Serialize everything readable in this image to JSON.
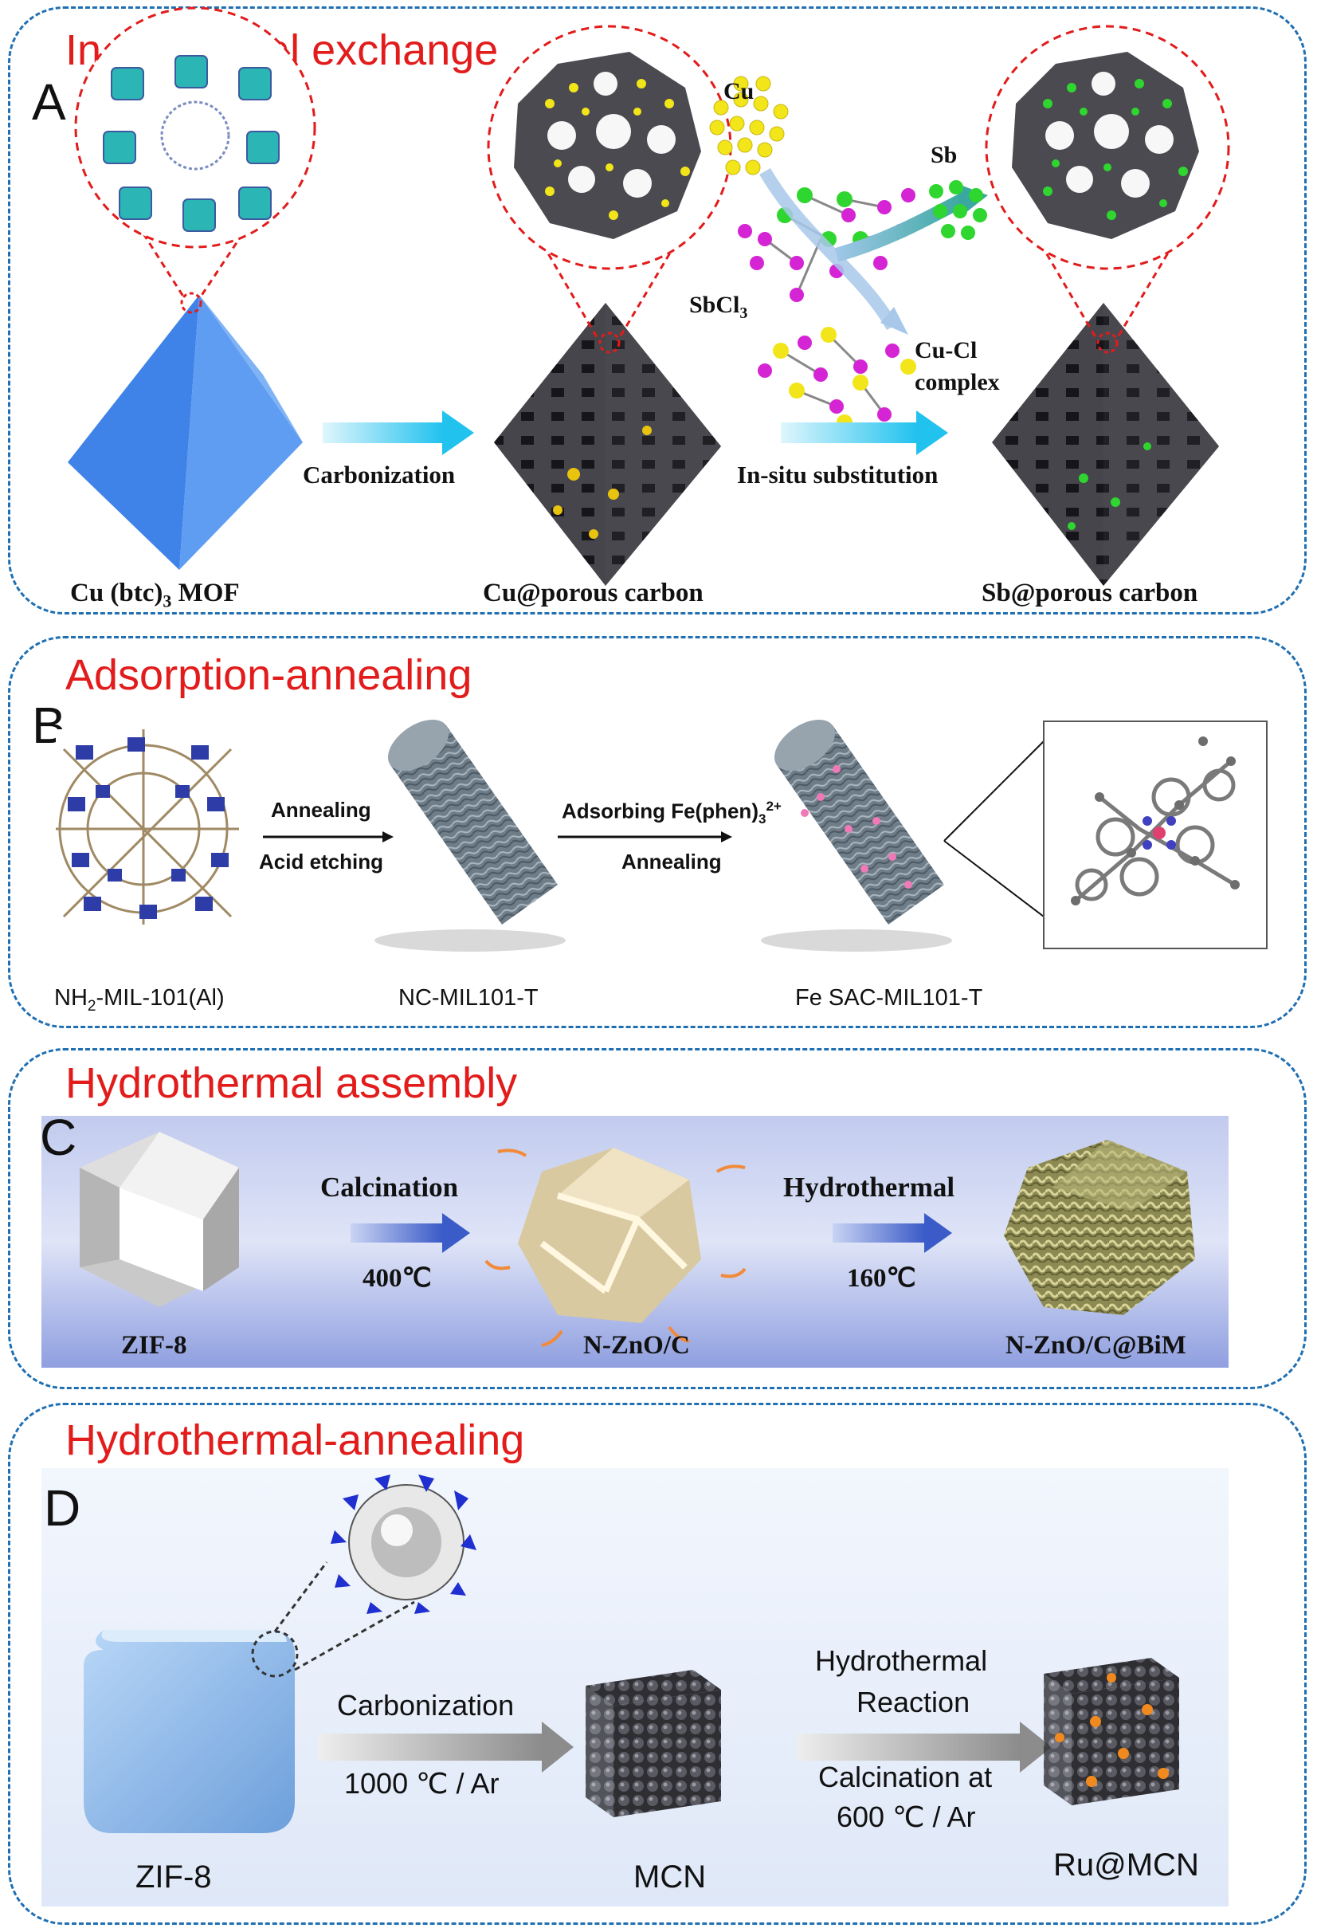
{
  "panels": [
    {
      "id": "A",
      "letter": "A",
      "title": "In-situ metal exchange",
      "labels": {
        "mof": "Cu (btc)",
        "mof_sub": "3",
        "mof_tail": " MOF",
        "step1": "Carbonization",
        "intermediate": "Cu@porous carbon",
        "step2": "In-situ substitution",
        "product": "Sb@porous carbon",
        "cu": "Cu",
        "sb": "Sb",
        "sbcl3": "SbCl",
        "sbcl3_sub": "3",
        "cucl_line1": "Cu-Cl",
        "cucl_line2": "complex"
      }
    },
    {
      "id": "B",
      "letter": "B",
      "title": "Adsorption-annealing",
      "labels": {
        "precursor_pre": "NH",
        "precursor_sub": "2",
        "precursor_post": "-MIL-101(Al)",
        "step1_top": "Annealing",
        "step1_bottom": "Acid etching",
        "intermediate": "NC-MIL101-T",
        "step2_top_pre": "Adsorbing Fe(phen)",
        "step2_top_sub": "3",
        "step2_top_sup": "2+",
        "step2_bottom": "Annealing",
        "product": "Fe SAC-MIL101-T"
      }
    },
    {
      "id": "C",
      "letter": "C",
      "title": "Hydrothermal assembly",
      "labels": {
        "precursor": "ZIF-8",
        "step1_top": "Calcination",
        "step1_bottom": "400℃",
        "intermediate": "N-ZnO/C",
        "step2_top": "Hydrothermal",
        "step2_bottom": "160℃",
        "product": "N-ZnO/C@BiM"
      }
    },
    {
      "id": "D",
      "letter": "D",
      "title": "Hydrothermal-annealing",
      "labels": {
        "precursor": "ZIF-8",
        "step1_top": "Carbonization",
        "step1_bottom": "1000 ℃ / Ar",
        "intermediate": "MCN",
        "step2_l1": "Hydrothermal",
        "step2_l2": "Reaction",
        "step2_l3": "Calcination at",
        "step2_l4": "600 ℃ / Ar",
        "product": "Ru@MCN"
      }
    }
  ],
  "colors": {
    "frame": "#1f6fb2",
    "title": "#e21b1b",
    "arrow_cyan": "#33c9f0",
    "cu_yellow": "#f2e51a",
    "sb_green": "#2fd62f",
    "cl_magenta": "#d424d4",
    "carbon_dark": "#3a3a3f",
    "fe_pink": "#f07ab8",
    "ru_orange": "#f08a1e",
    "panel_c_bg": "#9aa9e4",
    "panel_d_bg": "#e6eefa"
  }
}
